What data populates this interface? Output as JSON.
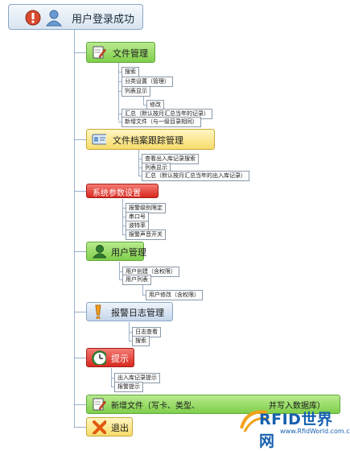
{
  "root": {
    "title": "用户登录成功"
  },
  "nodes": [
    {
      "label": "文件管理",
      "icon": "document-edit-icon",
      "items": [
        "搜索",
        "分类设置（管理）",
        "列表显示",
        "修改",
        "汇总（默认按月汇总当年的记录）",
        "新增文件（与一级目录相同）"
      ]
    },
    {
      "label": "文件档案跟踪管理",
      "icon": "id-card-icon",
      "items": [
        "查看出入库记录搜索",
        "列表显示",
        "汇总（默认按月汇总当年的出入库记录）"
      ]
    },
    {
      "label": "系统参数设置",
      "icon": "",
      "items": [
        "报警级别限定",
        "串口号",
        "波特率",
        "报警声音开关"
      ]
    },
    {
      "label": "用户管理",
      "icon": "user-icon",
      "items": [
        "用户创建（含权限）",
        "用户列表",
        "用户修改（含权限）"
      ]
    },
    {
      "label": "报警日志管理",
      "icon": "exclamation-icon",
      "items": [
        "日志查看",
        "搜索"
      ]
    },
    {
      "label": "提示",
      "icon": "clock-icon",
      "items": [
        "出入库记录提示",
        "报警提示"
      ]
    },
    {
      "label": "新增文件（写卡、类型、",
      "label_tail": "并写入数据库）",
      "icon": "document-edit-icon",
      "items": []
    },
    {
      "label": "退出",
      "icon": "close-x-icon",
      "items": []
    }
  ],
  "watermark": {
    "brand": "RFID世界网",
    "url": "www.RfidWorld.com.cn"
  }
}
